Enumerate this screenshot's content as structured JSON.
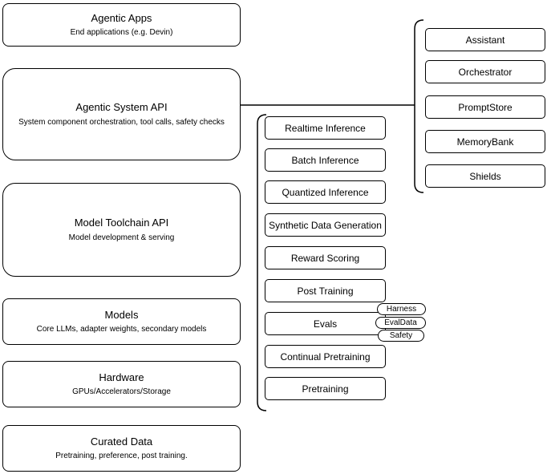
{
  "diagram": {
    "left_stack": [
      {
        "title": "Agentic Apps",
        "subtitle": "End applications (e.g. Devin)"
      },
      {
        "title": "Agentic System API",
        "subtitle": "System component orchestration, tool calls, safety checks"
      },
      {
        "title": "Model Toolchain API",
        "subtitle": "Model development & serving"
      },
      {
        "title": "Models",
        "subtitle": "Core LLMs, adapter weights, secondary models"
      },
      {
        "title": "Hardware",
        "subtitle": "GPUs/Accelerators/Storage"
      },
      {
        "title": "Curated Data",
        "subtitle": "Pretraining, preference, post training."
      }
    ],
    "toolchain_group": {
      "items": [
        "Realtime Inference",
        "Batch Inference",
        "Quantized Inference",
        "Synthetic Data Generation",
        "Reward Scoring",
        "Post Training",
        "Evals",
        "Continual Pretraining",
        "Pretraining"
      ],
      "evals_tags": [
        "Harness",
        "EvalData",
        "Safety"
      ]
    },
    "system_group": {
      "items": [
        "Assistant",
        "Orchestrator",
        "PromptStore",
        "MemoryBank",
        "Shields"
      ]
    },
    "colors": {
      "border": "#000000",
      "background": "#ffffff",
      "text": "#000000"
    }
  }
}
